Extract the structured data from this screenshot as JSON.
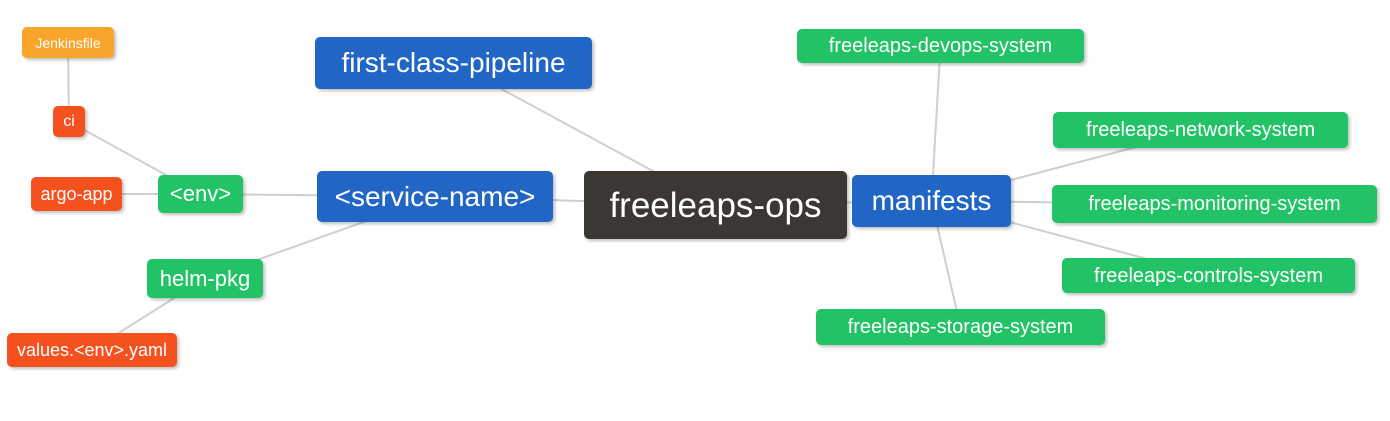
{
  "colors": {
    "canvas_bg": "#ffffff",
    "root_bg": "#3b3733",
    "branch_bg": "#2166c4",
    "green_bg": "#22c366",
    "red_bg": "#f4511e",
    "orange_bg": "#f7a52b",
    "edge": "#cfcfcf",
    "text": "#ffffff"
  },
  "mindmap": {
    "root": {
      "label": "freeleaps-ops"
    },
    "nodes": {
      "first_class_pipeline": {
        "label": "first-class-pipeline"
      },
      "service_name": {
        "label": "<service-name>"
      },
      "manifests": {
        "label": "manifests"
      },
      "env": {
        "label": "<env>"
      },
      "helm_pkg": {
        "label": "helm-pkg"
      },
      "jenkinsfile": {
        "label": "Jenkinsfile"
      },
      "ci": {
        "label": "ci"
      },
      "argo_app": {
        "label": "argo-app"
      },
      "values_env_yaml": {
        "label": "values.<env>.yaml"
      },
      "devops_system": {
        "label": "freeleaps-devops-system"
      },
      "network_system": {
        "label": "freeleaps-network-system"
      },
      "monitoring_system": {
        "label": "freeleaps-monitoring-system"
      },
      "controls_system": {
        "label": "freeleaps-controls-system"
      },
      "storage_system": {
        "label": "freeleaps-storage-system"
      }
    }
  }
}
